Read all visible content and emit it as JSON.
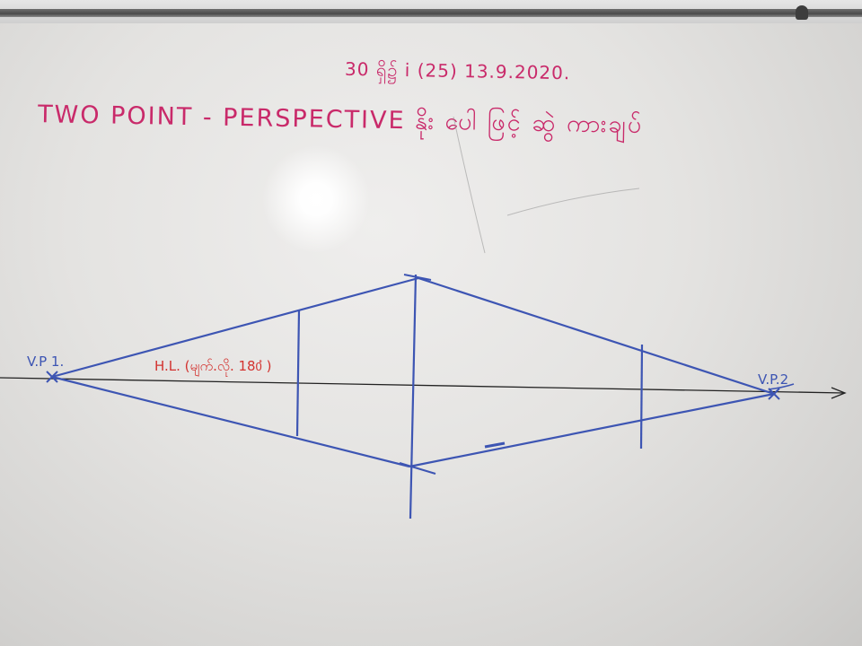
{
  "photo": {
    "kind": "whiteboard-photo",
    "board_color": "#e8e7e5",
    "ink_colors": {
      "magenta": "#c92a6a",
      "blue": "#3d55b3",
      "red": "#d3322f",
      "black": "#222222"
    }
  },
  "header": {
    "date_line": "30 ရှိ၌ i (25) 13.9.2020.",
    "title_line": "TWO POINT - PERSPECTIVE နိုး ပေါ ဖြင့် ဆွဲ ကားချပ်"
  },
  "labels": {
    "vp1": "V.P 1.",
    "vp2": "V.P.2",
    "horizon": "H.L. (မျက်.လို. 180ံ )"
  }
}
